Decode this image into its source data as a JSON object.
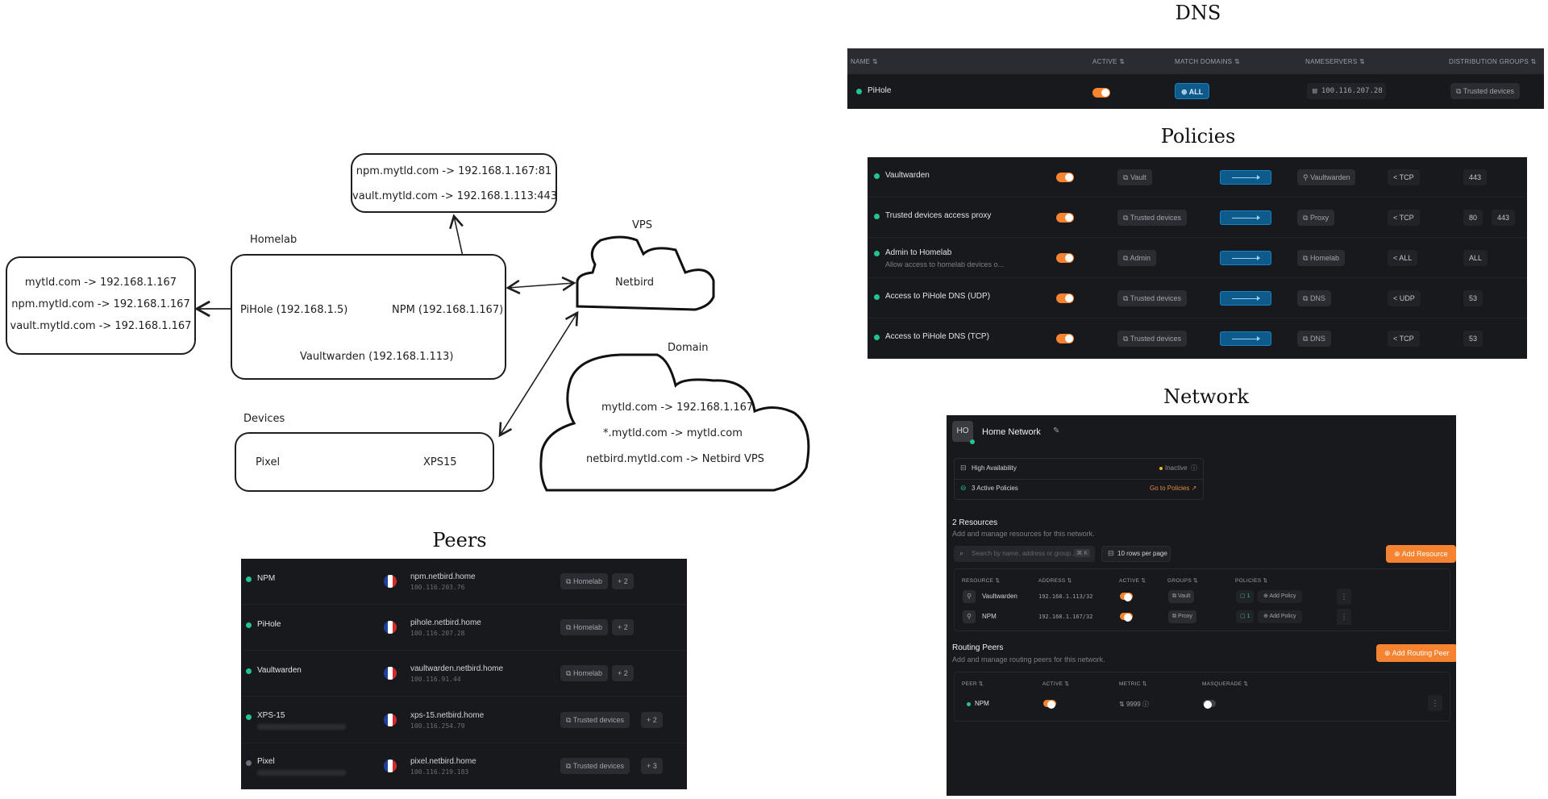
{
  "diagram": {
    "dns_records_box": {
      "lines": [
        "mytld.com -> 192.168.1.167",
        "npm.mytld.com -> 192.168.1.167",
        "vault.mytld.com -> 192.168.1.167"
      ]
    },
    "proxy_box": {
      "lines": [
        "npm.mytld.com -> 192.168.1.167:81",
        "vault.mytld.com -> 192.168.1.113:443"
      ]
    },
    "homelab": {
      "title": "Homelab",
      "pihole": "PiHole (192.168.1.5)",
      "npm": "NPM (192.168.1.167)",
      "vaultwarden": "Vaultwarden (192.168.1.113)"
    },
    "vps": {
      "title": "VPS",
      "label": "Netbird"
    },
    "devices": {
      "title": "Devices",
      "items": [
        "Pixel",
        "XPS15"
      ]
    },
    "domain": {
      "title": "Domain",
      "lines": [
        "mytld.com -> 192.168.1.167",
        "*.mytld.com -> mytld.com",
        "netbird.mytld.com -> Netbird VPS"
      ]
    }
  },
  "peers": {
    "title": "Peers",
    "rows": [
      {
        "name": "NPM",
        "online": true,
        "hostname": "npm.netbird.home",
        "ip": "100.116.203.76",
        "group": "Homelab",
        "more": "+ 2",
        "sub": ""
      },
      {
        "name": "PiHole",
        "online": true,
        "hostname": "pihole.netbird.home",
        "ip": "100.116.207.28",
        "group": "Homelab",
        "more": "+ 2",
        "sub": ""
      },
      {
        "name": "Vaultwarden",
        "online": true,
        "hostname": "vaultwarden.netbird.home",
        "ip": "100.116.91.44",
        "group": "Homelab",
        "more": "+ 2",
        "sub": ""
      },
      {
        "name": "XPS-15",
        "online": true,
        "hostname": "xps-15.netbird.home",
        "ip": "100.116.254.79",
        "group": "Trusted devices",
        "more": "+ 2",
        "sub": "(blurred)"
      },
      {
        "name": "Pixel",
        "online": false,
        "hostname": "pixel.netbird.home",
        "ip": "100.116.219.183",
        "group": "Trusted devices",
        "more": "+ 3",
        "sub": "(blurred)"
      }
    ]
  },
  "dns": {
    "title": "DNS",
    "columns": [
      "NAME",
      "ACTIVE",
      "MATCH DOMAINS",
      "NAMESERVERS",
      "DISTRIBUTION GROUPS"
    ],
    "rows": [
      {
        "name": "PiHole",
        "active": true,
        "match": "ALL",
        "nameserver": "100.116.207.28",
        "group": "Trusted devices"
      }
    ]
  },
  "policies": {
    "title": "Policies",
    "rows": [
      {
        "name": "Vaultwarden",
        "desc": "",
        "active": true,
        "source": "Vault",
        "dest": "Vaultwarden",
        "dest_icon": "resource",
        "protocol": "TCP",
        "ports": [
          "443"
        ]
      },
      {
        "name": "Trusted devices access proxy",
        "desc": "",
        "active": true,
        "source": "Trusted devices",
        "dest": "Proxy",
        "dest_icon": "group",
        "protocol": "TCP",
        "ports": [
          "80",
          "443"
        ]
      },
      {
        "name": "Admin to Homelab",
        "desc": "Allow access to homelab devices o...",
        "active": true,
        "source": "Admin",
        "dest": "Homelab",
        "dest_icon": "group",
        "protocol": "ALL",
        "ports": [
          "ALL"
        ]
      },
      {
        "name": "Access to PiHole DNS (UDP)",
        "desc": "",
        "active": true,
        "source": "Trusted devices",
        "dest": "DNS",
        "dest_icon": "group",
        "protocol": "UDP",
        "ports": [
          "53"
        ]
      },
      {
        "name": "Access to PiHole DNS (TCP)",
        "desc": "",
        "active": true,
        "source": "Trusted devices",
        "dest": "DNS",
        "dest_icon": "group",
        "protocol": "TCP",
        "ports": [
          "53"
        ]
      }
    ]
  },
  "network": {
    "title": "Network",
    "avatar": "HO",
    "name": "Home Network",
    "ha_label": "High Availability",
    "ha_status": "Inactive",
    "policies_label": "3 Active Policies",
    "policies_link": "Go to Policies ↗",
    "resources": {
      "heading": "2 Resources",
      "subheading": "Add and manage resources for this network.",
      "search_placeholder": "Search by name, address or group...",
      "shortcut": "⌘ K",
      "rows_per_page": "10 rows per page",
      "add_button": "Add Resource",
      "columns": [
        "RESOURCE",
        "ADDRESS",
        "ACTIVE",
        "GROUPS",
        "POLICIES"
      ],
      "rows": [
        {
          "name": "Vaultwarden",
          "address": "192.168.1.113/32",
          "active": true,
          "group": "Vault",
          "policies": "1",
          "add_policy": "Add Policy"
        },
        {
          "name": "NPM",
          "address": "192.168.1.167/32",
          "active": true,
          "group": "Proxy",
          "policies": "1",
          "add_policy": "Add Policy"
        }
      ]
    },
    "routing": {
      "heading": "Routing Peers",
      "subheading": "Add and manage routing peers for this network.",
      "add_button": "Add Routing Peer",
      "columns": [
        "PEER",
        "ACTIVE",
        "METRIC",
        "MASQUERADE"
      ],
      "rows": [
        {
          "peer": "NPM",
          "active": true,
          "metric": "9999",
          "masquerade": false
        }
      ]
    }
  },
  "colors": {
    "accent": "#f68330",
    "online": "#22c58b",
    "panel": "#18191d",
    "blue": "#0e5a8a"
  }
}
